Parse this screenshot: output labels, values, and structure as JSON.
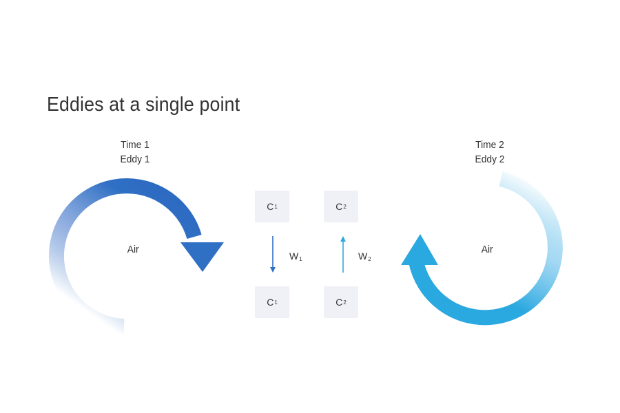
{
  "title": "Eddies at a single point",
  "eddy1": {
    "time": "Time 1",
    "name": "Eddy 1",
    "medium": "Air",
    "color": "#2f6fc4"
  },
  "eddy2": {
    "time": "Time 2",
    "name": "Eddy 2",
    "medium": "Air",
    "color": "#2aa8e0"
  },
  "concentration": {
    "c1_symbol": "C",
    "c1_sub": "1",
    "c2_symbol": "C",
    "c2_sub": "2"
  },
  "flux": {
    "w1_symbol": "W",
    "w1_sub": "1",
    "w1_color": "#2f6fc4",
    "w2_symbol": "W",
    "w2_sub": "2",
    "w2_color": "#2aa8e0"
  }
}
